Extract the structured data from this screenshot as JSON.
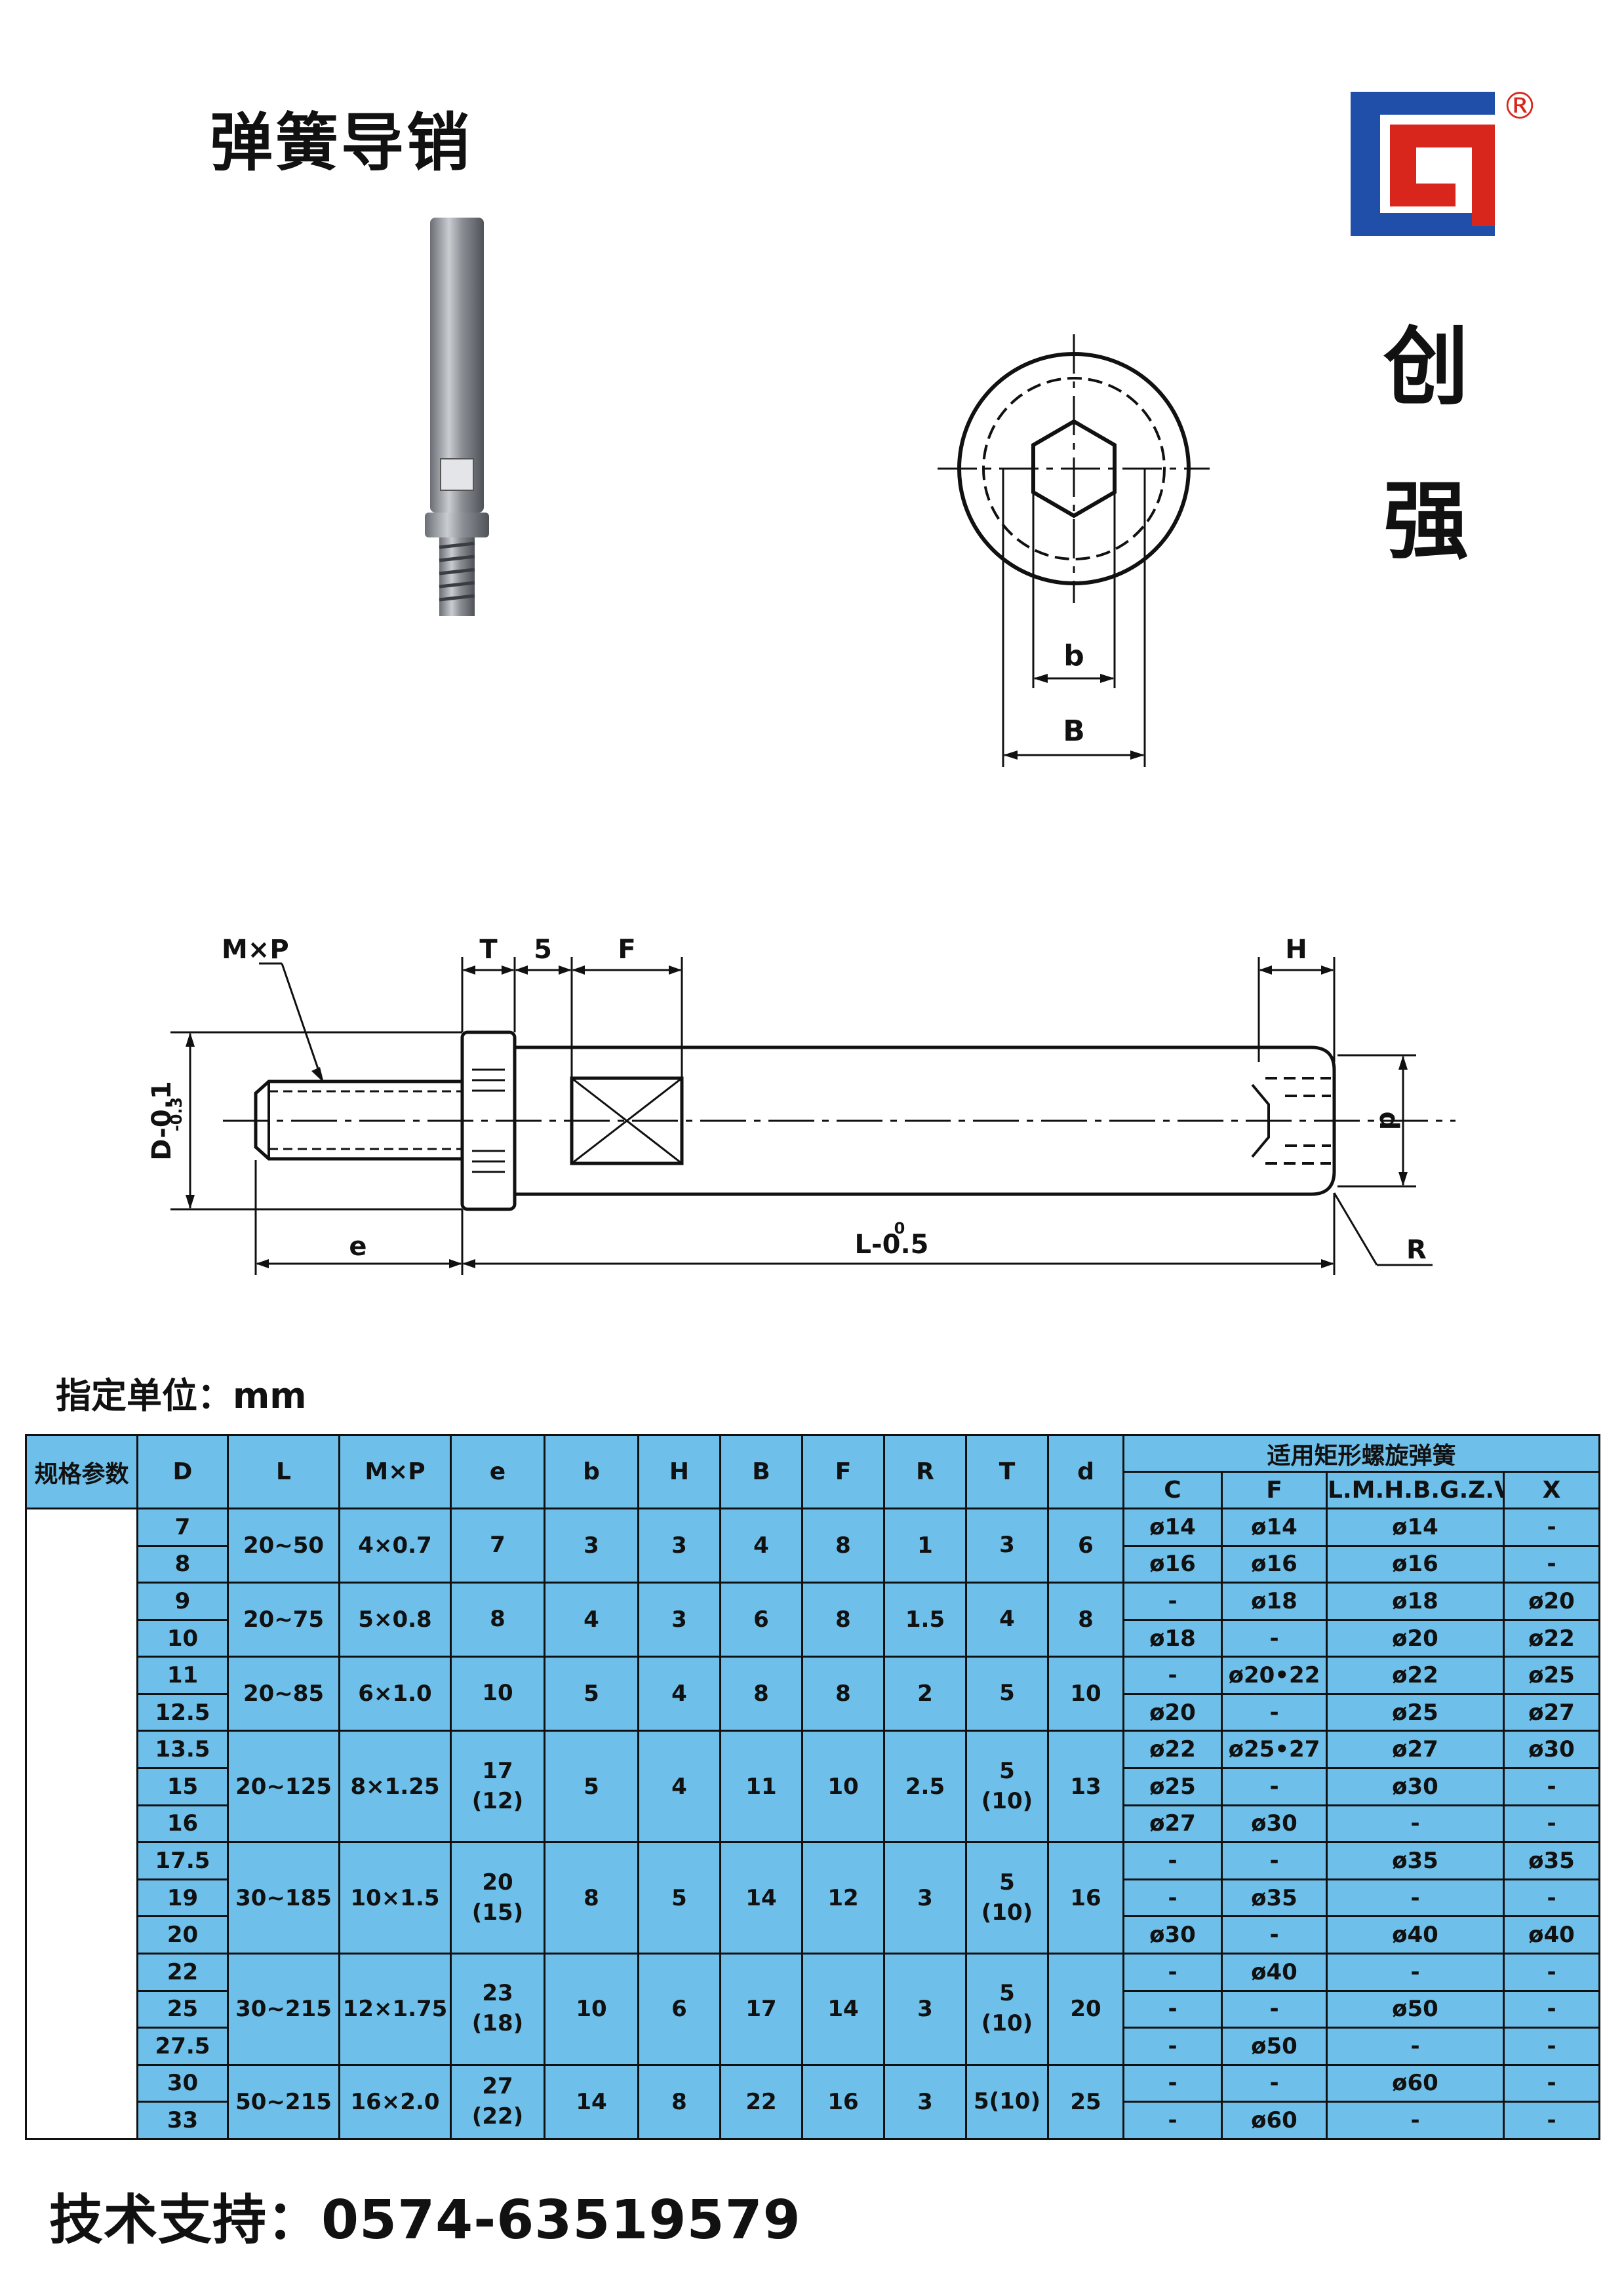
{
  "title": "弹簧导销",
  "brand": {
    "char1": "创",
    "char2": "强",
    "registered": "®",
    "colors": {
      "logo_blue": "#1f4fa8",
      "logo_red": "#d9261c"
    }
  },
  "front_view": {
    "label_small": "b",
    "label_large": "B"
  },
  "side_view": {
    "labels": {
      "mp": "M×P",
      "t": "T",
      "five": "5",
      "f": "F",
      "h": "H",
      "d_small": "d",
      "r": "R",
      "e": "e",
      "l_tol": "L-0.5",
      "l_tol_top": "0",
      "d_tol": "D-0.1",
      "d_tol_sub": "-0.3"
    }
  },
  "unit_label": "指定单位：mm",
  "table": {
    "row_header": "规格参数",
    "headers": [
      "D",
      "L",
      "M×P",
      "e",
      "b",
      "H",
      "B",
      "F",
      "R",
      "T",
      "d"
    ],
    "spring_group": "适用矩形螺旋弹簧",
    "spring_headers": [
      "C",
      "F",
      "L.M.H.B.G.Z.V",
      "X"
    ],
    "groups": [
      {
        "L": "20~50",
        "MP": "4×0.7",
        "e": [
          "7"
        ],
        "b": "3",
        "H": "3",
        "B": "4",
        "F": "8",
        "R": "1",
        "T": [
          "3"
        ],
        "d": "6",
        "rows": [
          {
            "D": "7",
            "C": "ø14",
            "SF": "ø14",
            "LM": "ø14",
            "X": "-"
          },
          {
            "D": "8",
            "C": "ø16",
            "SF": "ø16",
            "LM": "ø16",
            "X": "-"
          }
        ]
      },
      {
        "L": "20~75",
        "MP": "5×0.8",
        "e": [
          "8"
        ],
        "b": "4",
        "H": "3",
        "B": "6",
        "F": "8",
        "R": "1.5",
        "T": [
          "4"
        ],
        "d": "8",
        "rows": [
          {
            "D": "9",
            "C": "-",
            "SF": "ø18",
            "LM": "ø18",
            "X": "ø20"
          },
          {
            "D": "10",
            "C": "ø18",
            "SF": "-",
            "LM": "ø20",
            "X": "ø22"
          }
        ]
      },
      {
        "L": "20~85",
        "MP": "6×1.0",
        "e": [
          "10"
        ],
        "b": "5",
        "H": "4",
        "B": "8",
        "F": "8",
        "R": "2",
        "T": [
          "5"
        ],
        "d": "10",
        "rows": [
          {
            "D": "11",
            "C": "-",
            "SF": "ø20•22",
            "LM": "ø22",
            "X": "ø25"
          },
          {
            "D": "12.5",
            "C": "ø20",
            "SF": "-",
            "LM": "ø25",
            "X": "ø27"
          }
        ]
      },
      {
        "L": "20~125",
        "MP": "8×1.25",
        "e": [
          "17",
          "(12)"
        ],
        "b": "5",
        "H": "4",
        "B": "11",
        "F": "10",
        "R": "2.5",
        "T": [
          "5",
          "(10)"
        ],
        "d": "13",
        "rows": [
          {
            "D": "13.5",
            "C": "ø22",
            "SF": "ø25•27",
            "LM": "ø27",
            "X": "ø30"
          },
          {
            "D": "15",
            "C": "ø25",
            "SF": "-",
            "LM": "ø30",
            "X": "-"
          },
          {
            "D": "16",
            "C": "ø27",
            "SF": "ø30",
            "LM": "-",
            "X": "-"
          }
        ]
      },
      {
        "L": "30~185",
        "MP": "10×1.5",
        "e": [
          "20",
          "(15)"
        ],
        "b": "8",
        "H": "5",
        "B": "14",
        "F": "12",
        "R": "3",
        "T": [
          "5",
          "(10)"
        ],
        "d": "16",
        "rows": [
          {
            "D": "17.5",
            "C": "-",
            "SF": "-",
            "LM": "ø35",
            "X": "ø35"
          },
          {
            "D": "19",
            "C": "-",
            "SF": "ø35",
            "LM": "-",
            "X": "-"
          },
          {
            "D": "20",
            "C": "ø30",
            "SF": "-",
            "LM": "ø40",
            "X": "ø40"
          }
        ]
      },
      {
        "L": "30~215",
        "MP": "12×1.75",
        "e": [
          "23",
          "(18)"
        ],
        "b": "10",
        "H": "6",
        "B": "17",
        "F": "14",
        "R": "3",
        "T": [
          "5",
          "(10)"
        ],
        "d": "20",
        "rows": [
          {
            "D": "22",
            "C": "-",
            "SF": "ø40",
            "LM": "-",
            "X": "-"
          },
          {
            "D": "25",
            "C": "-",
            "SF": "-",
            "LM": "ø50",
            "X": "-"
          },
          {
            "D": "27.5",
            "C": "-",
            "SF": "ø50",
            "LM": "-",
            "X": "-"
          }
        ]
      },
      {
        "L": "50~215",
        "MP": "16×2.0",
        "e": [
          "27",
          "(22)"
        ],
        "b": "14",
        "H": "8",
        "B": "22",
        "F": "16",
        "R": "3",
        "T": [
          "5(10)"
        ],
        "d": "25",
        "rows": [
          {
            "D": "30",
            "C": "-",
            "SF": "-",
            "LM": "ø60",
            "X": "-"
          },
          {
            "D": "33",
            "C": "-",
            "SF": "ø60",
            "LM": "-",
            "X": "-"
          }
        ]
      }
    ]
  },
  "support": "技术支持：0574-63519579"
}
